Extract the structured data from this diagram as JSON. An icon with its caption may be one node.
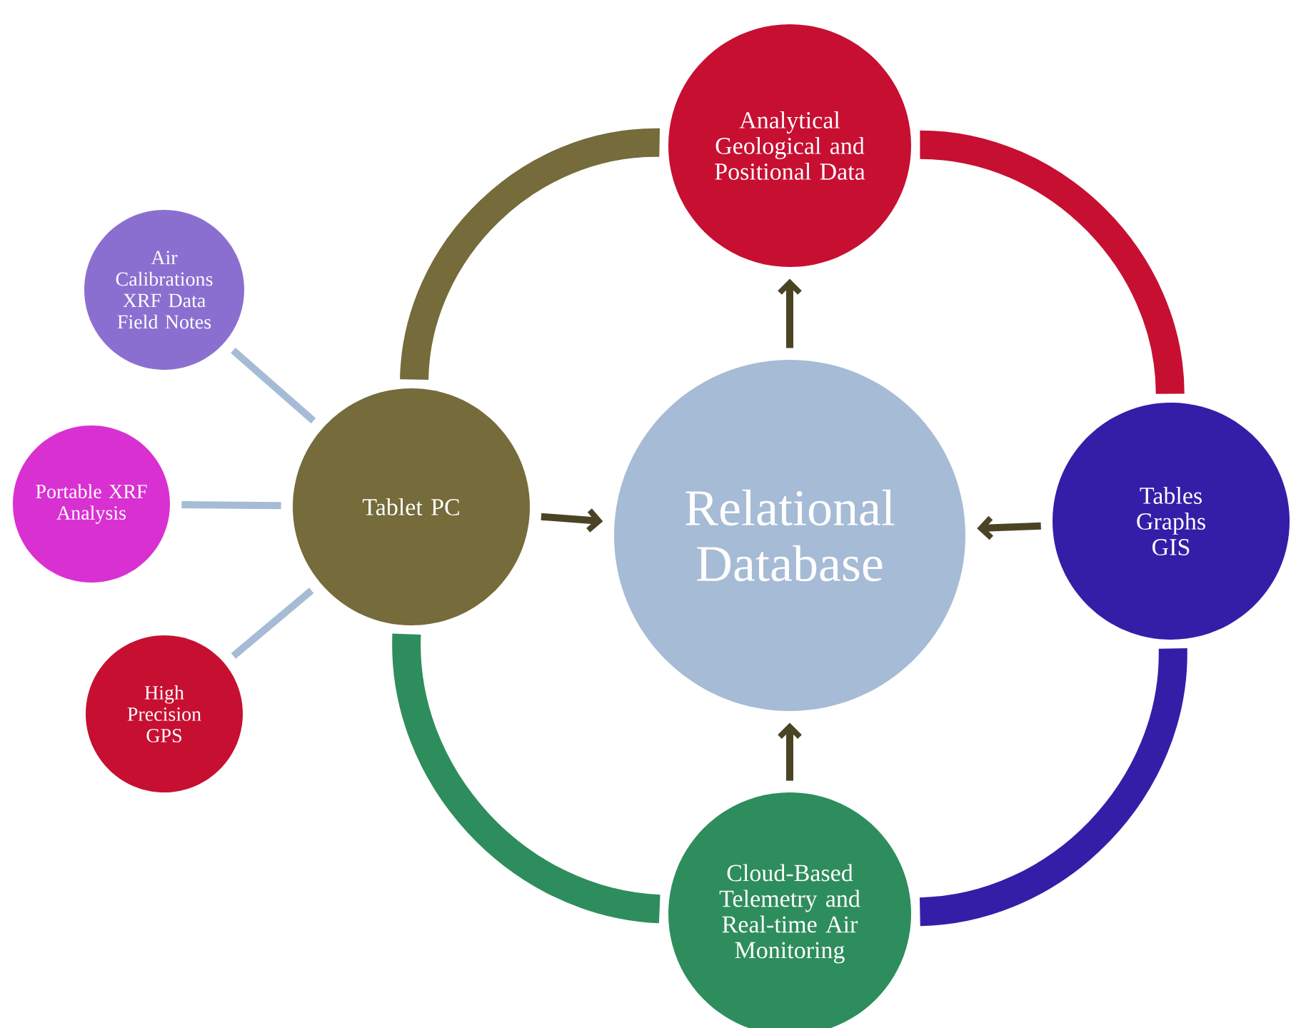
{
  "diagram": {
    "nodes": [
      {
        "text": [
          "Analytical Geological and Positional Data"
        ]
      },
      {
        "text": [
          "Air Calibrations XRF Data Field Notes"
        ]
      },
      {
        "text": [
          "Tablet PC"
        ]
      },
      {
        "text": [
          "Relational Database"
        ]
      },
      {
        "text": [
          "Tables Graphs GIS"
        ]
      },
      {
        "text": [
          "Portable XRF Analysis"
        ]
      },
      {
        "text": [
          "High Precision GPS"
        ]
      },
      {
        "text": [
          "Cloud-Based Telemetry and Real-time Air Monitoring"
        ]
      }
    ],
    "edges": [
      {
        "from": 2,
        "to": 3,
        "arrow": "to"
      },
      {
        "from": 4,
        "to": 3,
        "arrow": "to"
      },
      {
        "from": 3,
        "to": 0,
        "arrow": "to"
      },
      {
        "from": 7,
        "to": 3,
        "arrow": "to"
      },
      {
        "from": 1,
        "to": 2,
        "arrow": "none",
        "color": "#a6bbd5"
      },
      {
        "from": 5,
        "to": 2,
        "arrow": "none",
        "color": "#a6bbd5"
      },
      {
        "from": 6,
        "to": 2,
        "arrow": "none",
        "color": "#a6bbd5"
      },
      {
        "from": 2,
        "to": 0,
        "arrow": "none",
        "style": "thick",
        "color": "#756b3b"
      },
      {
        "from": 0,
        "to": 4,
        "arrow": "none",
        "style": "thick",
        "color": "#c70f32"
      },
      {
        "from": 4,
        "to": 7,
        "arrow": "none",
        "style": "thick",
        "color": "#341ea8"
      },
      {
        "from": 7,
        "to": 2,
        "arrow": "none",
        "style": "thick",
        "color": "#2e8d5c"
      }
    ]
  }
}
